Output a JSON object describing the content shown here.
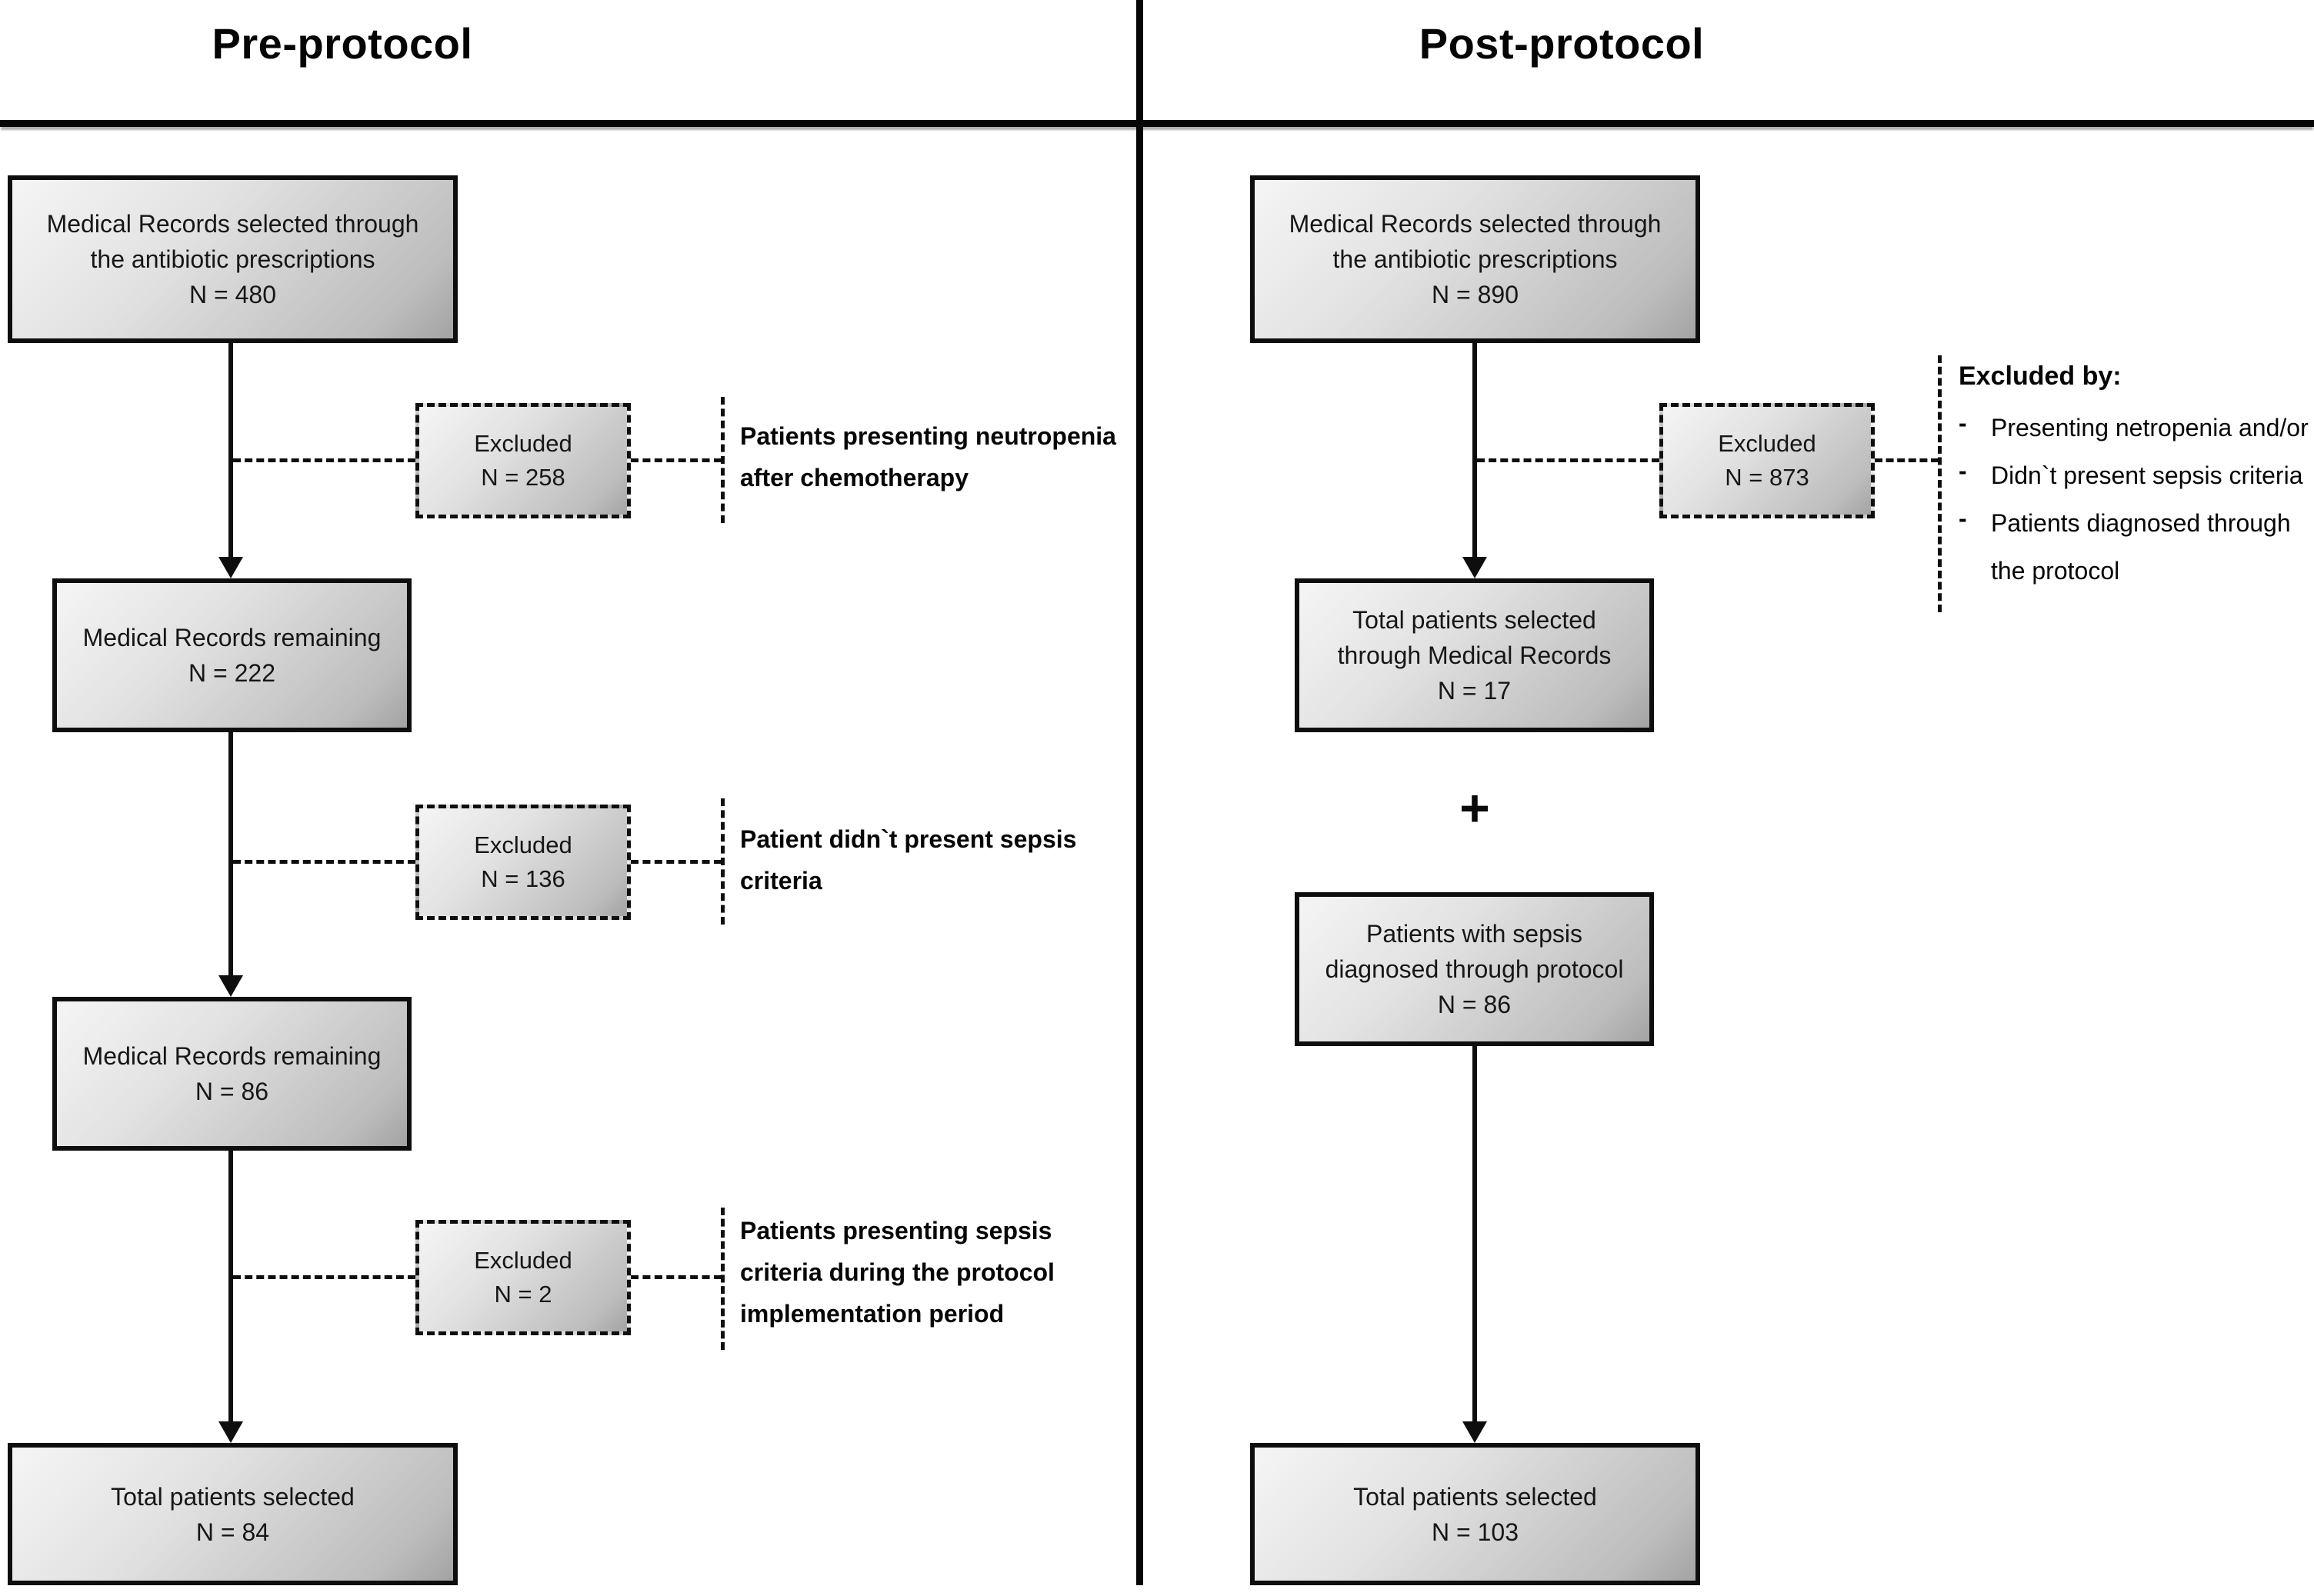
{
  "colors": {
    "background": "#ffffff",
    "line": "#0e0e0e",
    "text": "#111111",
    "box_gradient_start": "#f5f5f5",
    "box_gradient_end": "#a3a3a3"
  },
  "pre": {
    "title": "Pre-protocol",
    "source_box": {
      "lines": [
        "Medical Records selected through",
        "the antibiotic prescriptions",
        "N = 480"
      ]
    },
    "excluded_1": {
      "lines": [
        "Excluded",
        "N = 258"
      ]
    },
    "excluded_1_reason": {
      "lines": [
        "Patients presenting neutropenia",
        "after chemotherapy"
      ]
    },
    "remaining_1": {
      "lines": [
        "Medical Records remaining",
        "N = 222"
      ]
    },
    "excluded_2": {
      "lines": [
        "Excluded",
        "N = 136"
      ]
    },
    "excluded_2_reason": {
      "lines": [
        "Patient didn`t present sepsis",
        "criteria"
      ]
    },
    "remaining_2": {
      "lines": [
        "Medical Records remaining",
        "N = 86"
      ]
    },
    "excluded_3": {
      "lines": [
        "Excluded",
        "N = 2"
      ]
    },
    "excluded_3_reason": {
      "lines": [
        "Patients presenting sepsis",
        "criteria during the protocol",
        "implementation period"
      ]
    },
    "total_box": {
      "lines": [
        "Total patients selected",
        "N = 84"
      ]
    }
  },
  "post": {
    "title": "Post-protocol",
    "source_box": {
      "lines": [
        "Medical Records selected through",
        "the antibiotic prescriptions",
        "N = 890"
      ]
    },
    "excluded_1": {
      "lines": [
        "Excluded",
        "N = 873"
      ]
    },
    "excluded_by": {
      "title": "Excluded by:",
      "bullet": "-",
      "items": [
        [
          "Presenting netropenia and/or"
        ],
        [
          "Didn`t present sepsis criteria"
        ],
        [
          "Patients diagnosed through",
          "the protocol"
        ]
      ]
    },
    "selected_records_box": {
      "lines": [
        "Total patients selected",
        "through Medical Records",
        "N = 17"
      ]
    },
    "plus_sign": "+",
    "protocol_box": {
      "lines": [
        "Patients with sepsis",
        "diagnosed through protocol",
        "N = 86"
      ]
    },
    "total_box": {
      "lines": [
        "Total patients selected",
        "N = 103"
      ]
    }
  }
}
